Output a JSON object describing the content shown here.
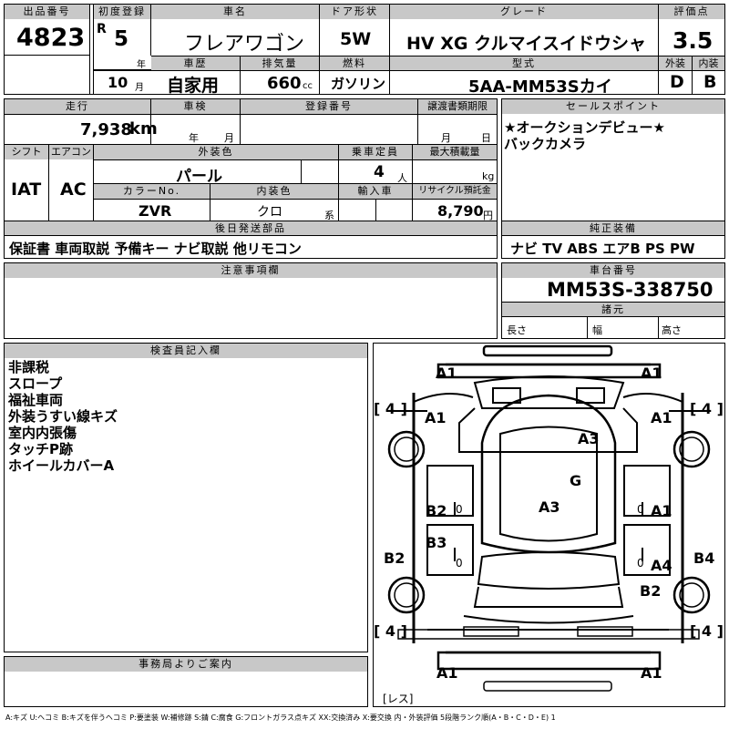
{
  "lot": {
    "label": "出品番号",
    "value": "4823"
  },
  "first_reg": {
    "label": "初度登録",
    "era": "R",
    "year": "5",
    "year_unit": "年",
    "month": "10",
    "month_unit": "月"
  },
  "model": {
    "label": "車名",
    "value": "フレアワゴン"
  },
  "door": {
    "label": "ドア形状",
    "value": "5W"
  },
  "grade": {
    "label": "グレード",
    "value": "HV XG クルマイスイドウシャ"
  },
  "score": {
    "label": "評価点",
    "value": "3.5",
    "ext_label": "外装",
    "ext_value": "D",
    "int_label": "内装",
    "int_value": "B"
  },
  "history": {
    "label": "車歴",
    "value": "自家用"
  },
  "displacement": {
    "label": "排気量",
    "value": "660",
    "unit": "cc"
  },
  "fuel": {
    "label": "燃料",
    "value": "ガソリン"
  },
  "type_code": {
    "label": "型式",
    "value": "5AA-MM53Sカイ"
  },
  "mileage": {
    "label": "走行",
    "value": "7,938",
    "unit": "km"
  },
  "inspection": {
    "label": "車検",
    "year_unit": "年",
    "month_unit": "月"
  },
  "reg_no": {
    "label": "登録番号"
  },
  "transfer": {
    "label": "譲渡書類期限",
    "month_unit": "月",
    "day_unit": "日"
  },
  "shift": {
    "label": "シフト",
    "value": "IAT"
  },
  "aircon": {
    "label": "エアコン",
    "value": "AC"
  },
  "ext_color": {
    "label": "外装色",
    "value": "パール"
  },
  "capacity": {
    "label": "乗車定員",
    "value": "4",
    "unit": "人"
  },
  "max_load": {
    "label": "最大積載量",
    "unit": "kg"
  },
  "color_no": {
    "label": "カラーNo.",
    "value": "ZVR"
  },
  "int_color": {
    "label": "内装色",
    "value": "クロ",
    "unit": "系"
  },
  "import": {
    "label": "輸入車"
  },
  "recycle": {
    "label": "リサイクル預託金",
    "value": "8,790",
    "unit": "円"
  },
  "later_parts": {
    "label": "後日発送部品",
    "value": "保証書 車両取説 予備キー ナビ取説 他リモコン"
  },
  "sales_point": {
    "label": "セールスポイント",
    "lines": [
      "★オークションデビュー★",
      "バックカメラ"
    ]
  },
  "equipment": {
    "label": "純正装備",
    "value": "ナビ TV ABS エアB PS PW"
  },
  "notes": {
    "label": "注意事項欄"
  },
  "chassis": {
    "label": "車台番号",
    "value": "MM53S-338750"
  },
  "specs": {
    "label": "諸元",
    "length": "長さ",
    "width": "幅",
    "height": "高さ"
  },
  "inspector": {
    "label": "検査員記入欄",
    "lines": [
      "非課税",
      "スロープ",
      "福祉車両",
      "外装うすい線キズ",
      "室内内張傷",
      "タッチP跡",
      "ホイールカバーA"
    ]
  },
  "office": {
    "label": "事務局よりご案内"
  },
  "diagram": {
    "marks": [
      "A1",
      "A1",
      "A1",
      "A1",
      "A3",
      "G",
      "A3",
      "B2",
      "A1",
      "B3",
      "B2",
      "B4",
      "A4",
      "B2",
      "A1",
      "A1"
    ],
    "tires": [
      "4",
      "4",
      "4",
      "4"
    ],
    "glass": [
      "0",
      "0",
      "0",
      "0"
    ],
    "les": "レス"
  },
  "legend": "A:キズ U:ヘコミ B:キズを伴うヘコミ P:要塗装 W:補修跡 S:錆 C:腐食 G:フロントガラス点キズ XX:交換済み X:要交換 内・外装評価 5段階ランク順(A・B・C・D・E) 1"
}
